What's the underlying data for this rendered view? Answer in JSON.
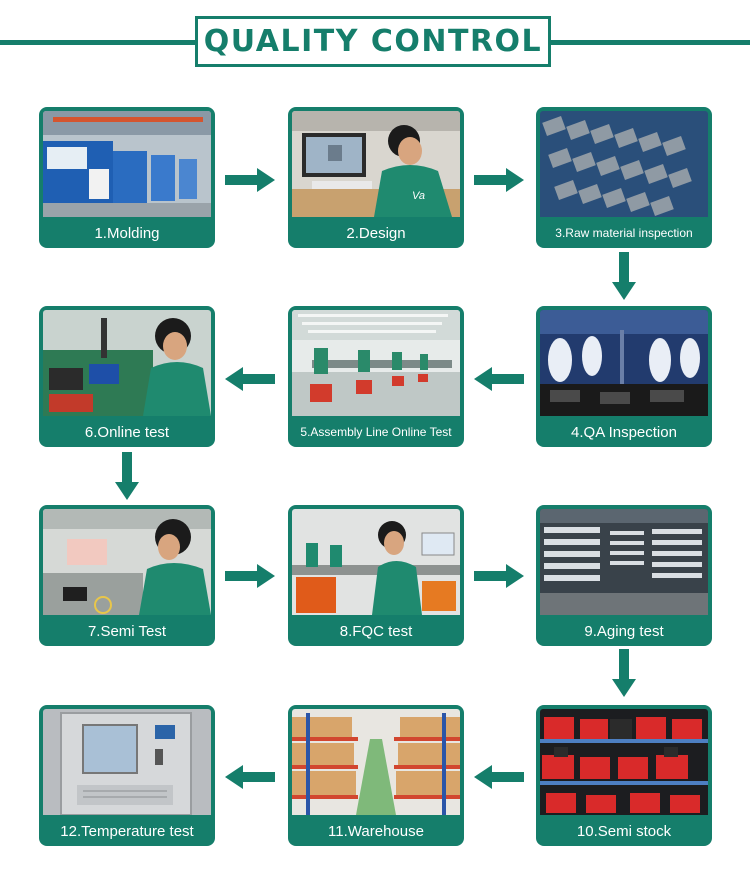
{
  "header": {
    "title": "QUALITY CONTROL"
  },
  "colors": {
    "accent": "#157e6b",
    "card_text": "#ffffff"
  },
  "steps": [
    {
      "label": "1.Molding"
    },
    {
      "label": "2.Design"
    },
    {
      "label": "3.Raw material inspection"
    },
    {
      "label": "4.QA Inspection"
    },
    {
      "label": "5.Assembly Line Online Test"
    },
    {
      "label": "6.Online test"
    },
    {
      "label": "7.Semi Test"
    },
    {
      "label": "8.FQC test"
    },
    {
      "label": "9.Aging test"
    },
    {
      "label": "10.Semi stock"
    },
    {
      "label": "11.Warehouse"
    },
    {
      "label": "12.Temperature test"
    }
  ]
}
